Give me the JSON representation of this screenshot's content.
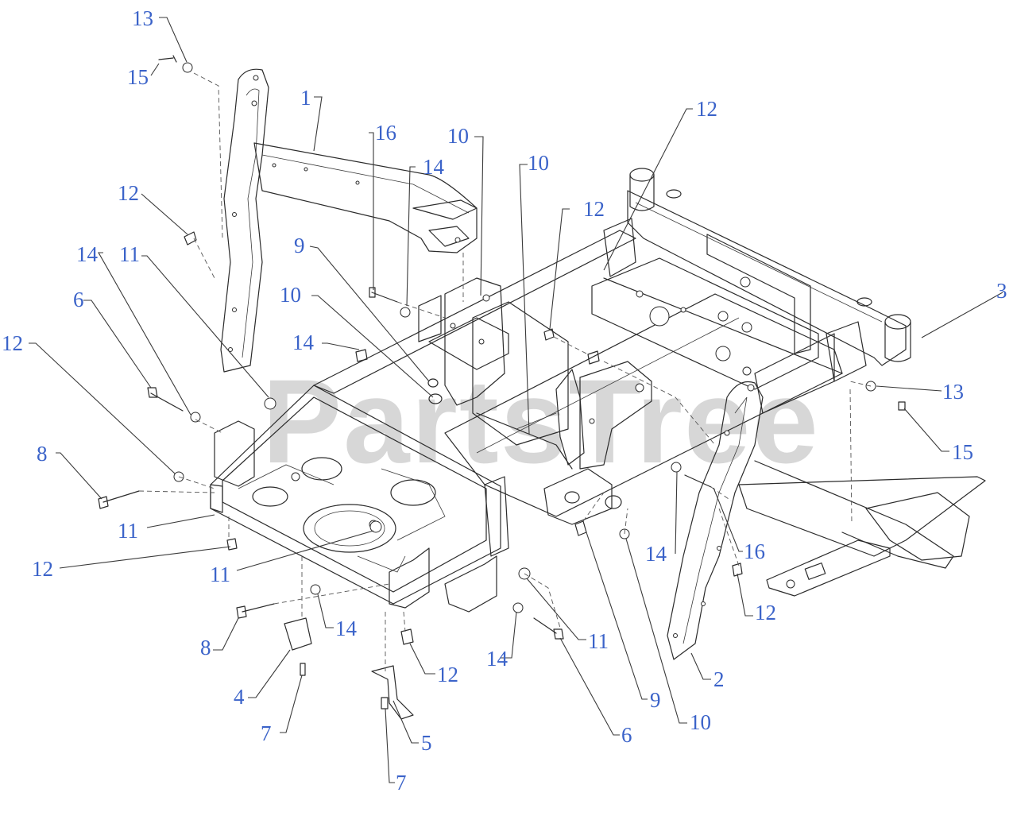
{
  "watermark": "PartsTree",
  "callouts": [
    {
      "id": "c13a",
      "text": "13"
    },
    {
      "id": "c15a",
      "text": "15"
    },
    {
      "id": "c1",
      "text": "1"
    },
    {
      "id": "c16a",
      "text": "16"
    },
    {
      "id": "c14a",
      "text": "14"
    },
    {
      "id": "c10a",
      "text": "10"
    },
    {
      "id": "c10b",
      "text": "10"
    },
    {
      "id": "c12a",
      "text": "12"
    },
    {
      "id": "c12b",
      "text": "12"
    },
    {
      "id": "c12c",
      "text": "12"
    },
    {
      "id": "c14b",
      "text": "14"
    },
    {
      "id": "c11a",
      "text": "11"
    },
    {
      "id": "c9a",
      "text": "9"
    },
    {
      "id": "c10c",
      "text": "10"
    },
    {
      "id": "c6a",
      "text": "6"
    },
    {
      "id": "c14c",
      "text": "14"
    },
    {
      "id": "c12d",
      "text": "12"
    },
    {
      "id": "c3",
      "text": "3"
    },
    {
      "id": "c13b",
      "text": "13"
    },
    {
      "id": "c15b",
      "text": "15"
    },
    {
      "id": "c8a",
      "text": "8"
    },
    {
      "id": "c11b",
      "text": "11"
    },
    {
      "id": "c12e",
      "text": "12"
    },
    {
      "id": "c11c",
      "text": "11"
    },
    {
      "id": "c14d",
      "text": "14"
    },
    {
      "id": "c16b",
      "text": "16"
    },
    {
      "id": "c12f",
      "text": "12"
    },
    {
      "id": "c8b",
      "text": "8"
    },
    {
      "id": "c14e",
      "text": "14"
    },
    {
      "id": "c12g",
      "text": "12"
    },
    {
      "id": "c14f",
      "text": "14"
    },
    {
      "id": "c11d",
      "text": "11"
    },
    {
      "id": "c2",
      "text": "2"
    },
    {
      "id": "c4",
      "text": "4"
    },
    {
      "id": "c9b",
      "text": "9"
    },
    {
      "id": "c7a",
      "text": "7"
    },
    {
      "id": "c5",
      "text": "5"
    },
    {
      "id": "c6b",
      "text": "6"
    },
    {
      "id": "c10d",
      "text": "10"
    },
    {
      "id": "c7b",
      "text": "7"
    }
  ]
}
